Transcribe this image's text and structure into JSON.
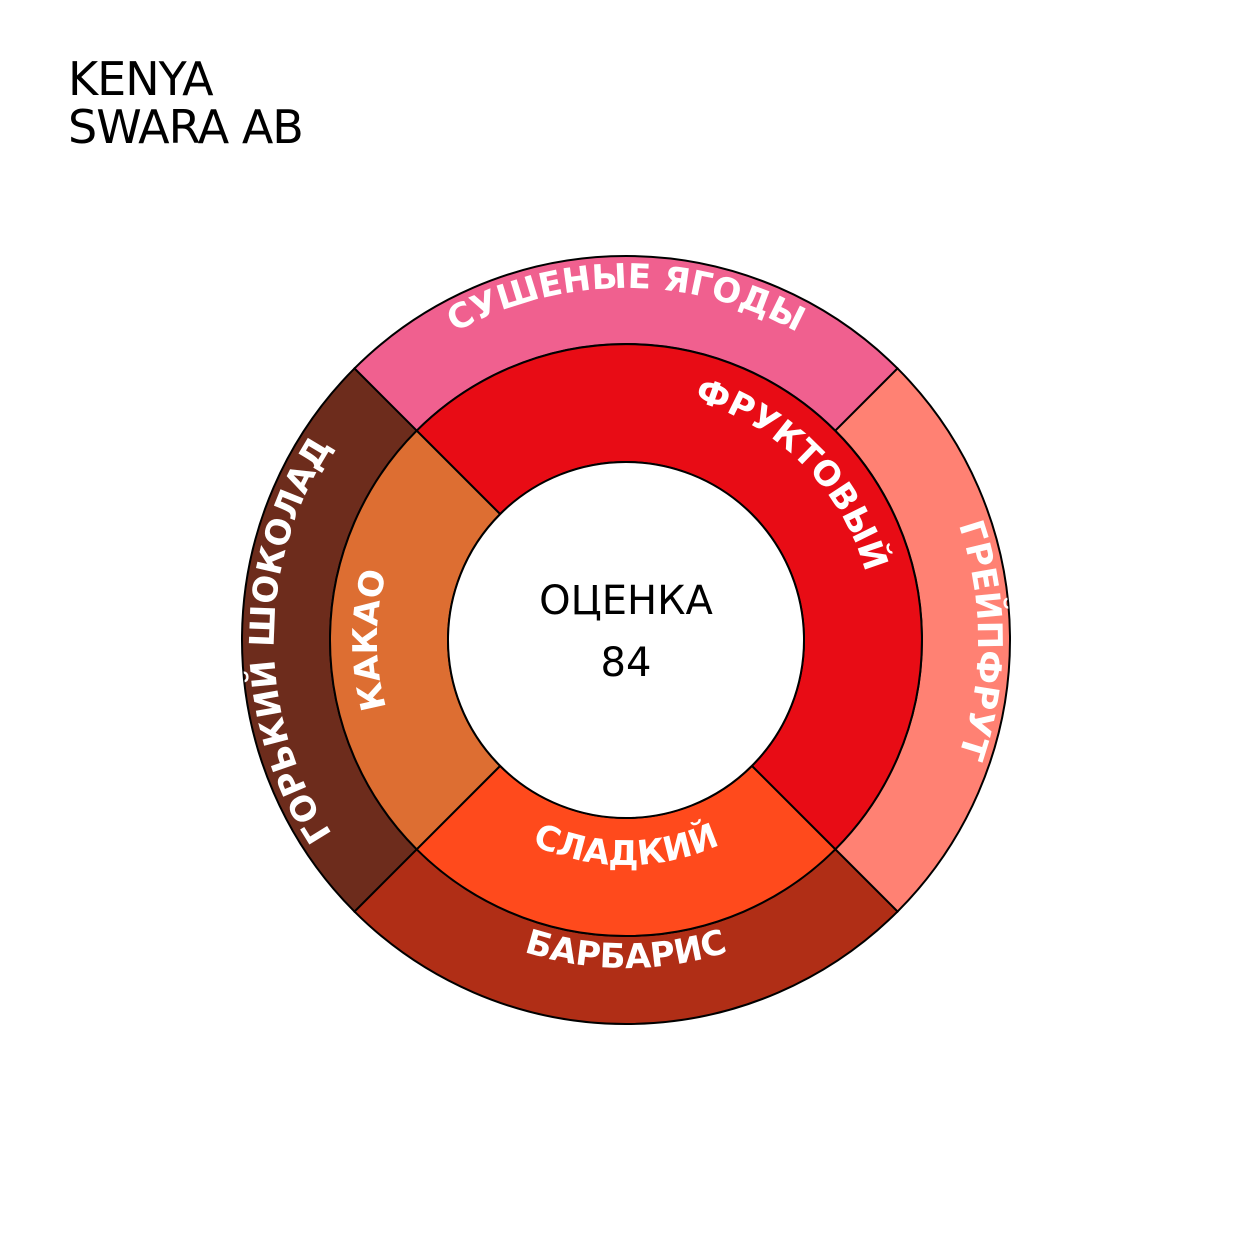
{
  "title": {
    "line1": "KENYA",
    "line2": "SWARA AB"
  },
  "center": {
    "line1": "ОЦЕНКА",
    "line2": "84"
  },
  "chart_data": {
    "type": "sunburst",
    "rings": [
      {
        "level": "inner",
        "segments": [
          {
            "label": "ФРУКТОВЫЙ",
            "value": 50,
            "color": "#E80C15"
          },
          {
            "label": "СЛАДКИЙ",
            "value": 25,
            "color": "#FF4A1C"
          },
          {
            "label": "КАКАО",
            "value": 25,
            "color": "#DD6E32"
          }
        ]
      },
      {
        "level": "outer",
        "segments": [
          {
            "label": "СУШЕНЫЕ ЯГОДЫ",
            "value": 25,
            "color": "#F0608F"
          },
          {
            "label": "ГРЕЙПФРУТ",
            "value": 25,
            "color": "#FF8173"
          },
          {
            "label": "БАРБАРИС",
            "value": 25,
            "color": "#B02E16"
          },
          {
            "label": "ГОРЬКИЙ ШОКОЛАД",
            "value": 25,
            "color": "#6D2C1C"
          }
        ]
      }
    ]
  }
}
